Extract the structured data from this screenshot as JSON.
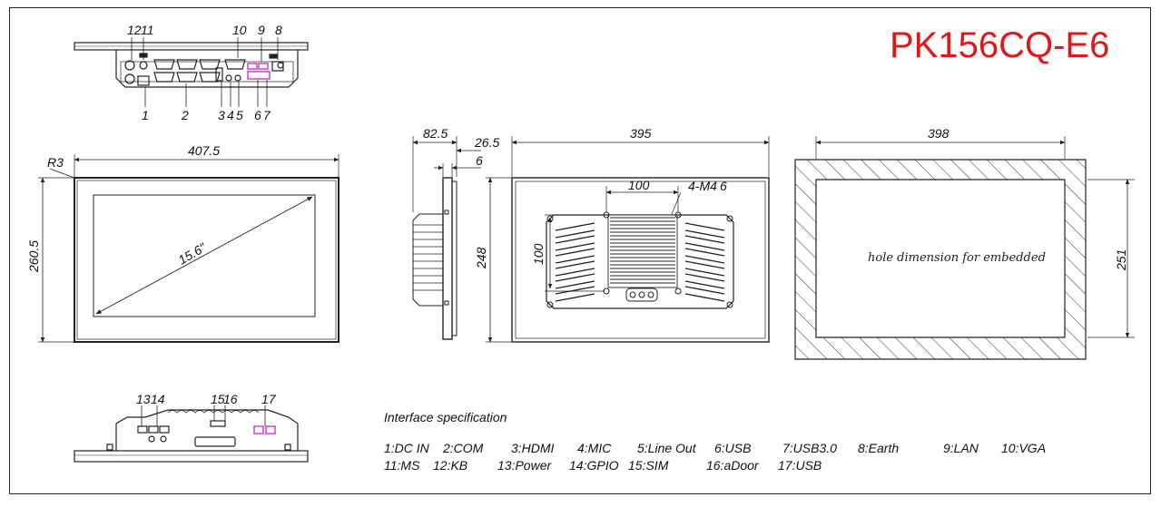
{
  "title": "PK156CQ-E6",
  "top_labels": [
    "12",
    "11",
    "10",
    "9",
    "8",
    "1",
    "2",
    "3",
    "4",
    "5",
    "6",
    "7"
  ],
  "bottom_labels": [
    "13",
    "14",
    "15",
    "16",
    "17"
  ],
  "dimensions": {
    "front_width": "407.5",
    "front_height": "260.5",
    "corner_radius": "R3",
    "diagonal": "15.6\"",
    "side_depth": "82.5",
    "side_bezel": "26.5",
    "side_thickness": "6",
    "rear_width": "395",
    "rear_height": "248",
    "vesa_h": "100",
    "vesa_v": "100",
    "vesa_screw": "4-M4",
    "vesa_screw_depth": "6",
    "cutout_width": "398",
    "cutout_height": "251"
  },
  "cutout_note": "hole dimension for embedded",
  "spec_title": "Interface specification",
  "spec_row1": [
    "1:DC IN",
    "2:COM",
    "3:HDMI",
    "4:MIC",
    "5:Line Out",
    "6:USB",
    "7:USB3.0",
    "8:Earth",
    "9:LAN",
    "10:VGA"
  ],
  "spec_row2": [
    "11:MS",
    "12:KB",
    "13:Power",
    "14:GPIO",
    "15:SIM",
    "16:aDoor",
    "17:USB"
  ],
  "colors": {
    "title": "#e01818",
    "highlight": "#cc33cc",
    "line": "#222222"
  }
}
